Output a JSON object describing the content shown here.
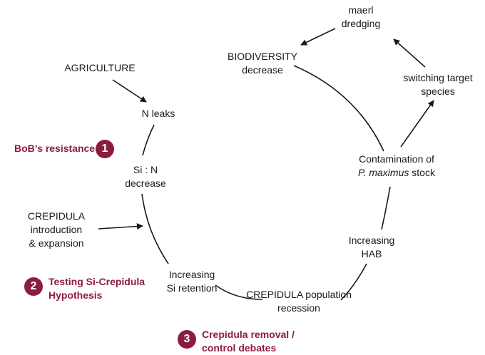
{
  "nodes": {
    "maerl": [
      "maerl",
      "dredging"
    ],
    "biodiversity": [
      "BIODIVERSITY",
      "decrease"
    ],
    "switching": [
      "switching target",
      "species"
    ],
    "agriculture": [
      "AGRICULTURE"
    ],
    "n_leaks": [
      "N leaks"
    ],
    "si_n": [
      "Si : N",
      "decrease"
    ],
    "crepidula_intro": [
      "CREPIDULA",
      "introduction",
      "& expansion"
    ],
    "contamination_line1": "Contamination of",
    "contamination_species": "P. maximus",
    "contamination_suffix": " stock",
    "hab": [
      "Increasing",
      "HAB"
    ],
    "si_retention": [
      "Increasing",
      "Si retention"
    ],
    "crepidula_recession": [
      "CREPIDULA population",
      "recession"
    ]
  },
  "steps": [
    {
      "number": "1",
      "label": [
        "BoB’s resistance"
      ]
    },
    {
      "number": "2",
      "label": [
        "Testing Si-Crepidula",
        "Hypothesis"
      ]
    },
    {
      "number": "3",
      "label": [
        "Crepidula removal /",
        "control debates"
      ]
    }
  ],
  "colors": {
    "accent": "#8c1c3e",
    "line": "#1a1a1a"
  }
}
